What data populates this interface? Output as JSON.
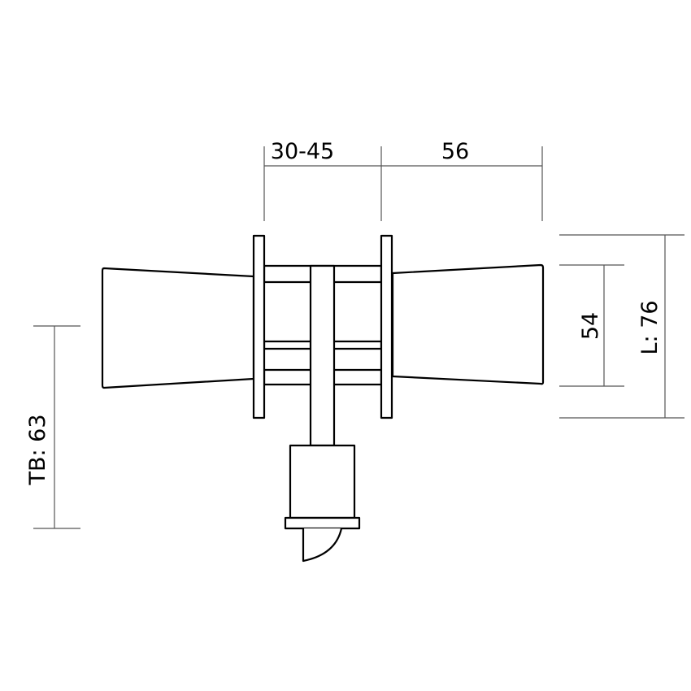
{
  "dimensions": {
    "door_thickness": "30-45",
    "projection": "56",
    "rose_diameter": "54",
    "length": "L: 76",
    "backset": "TB: 63"
  },
  "colors": {
    "outline": "#000000",
    "dimension_line": "#555555",
    "background": "#ffffff"
  }
}
